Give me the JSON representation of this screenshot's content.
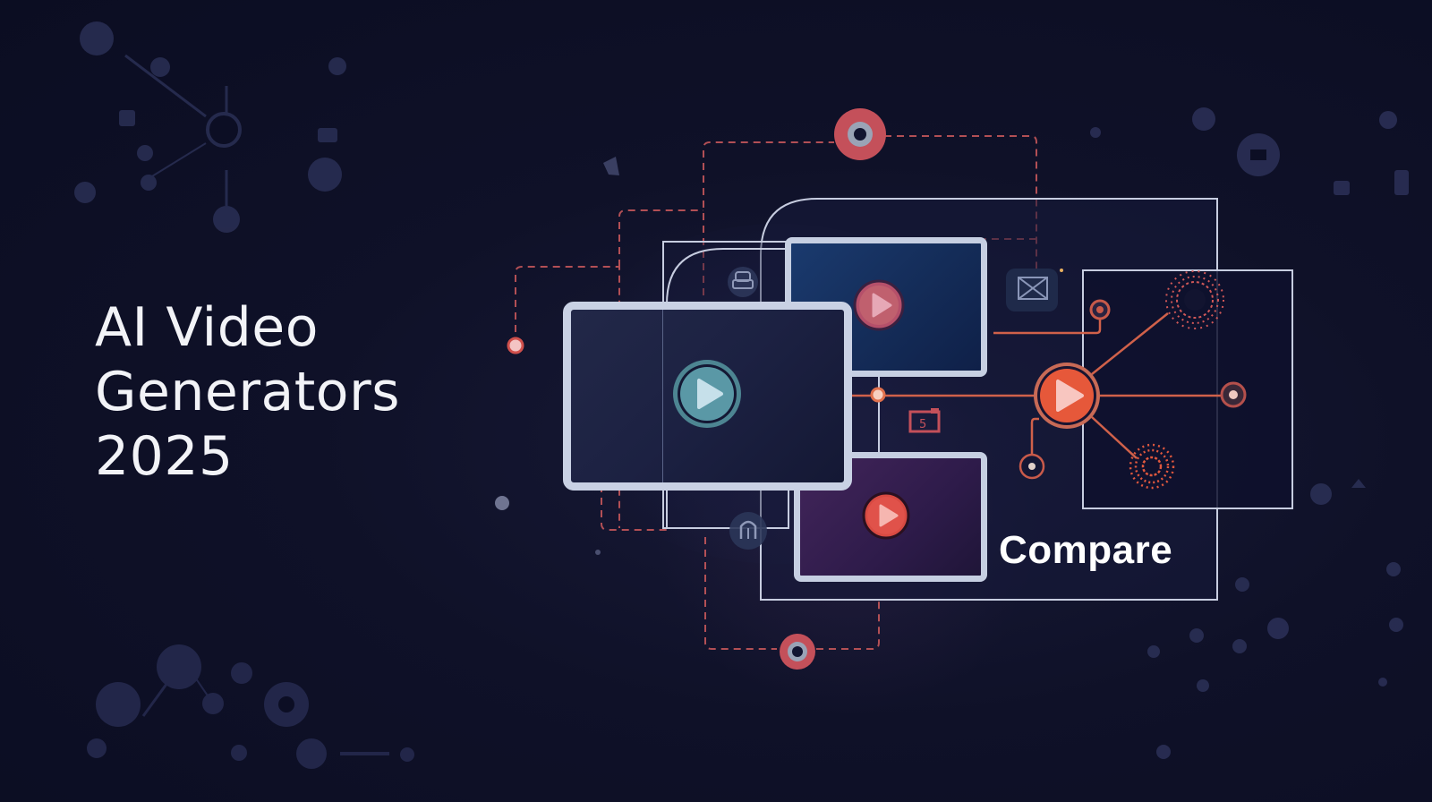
{
  "title": {
    "lines": [
      "AI Video",
      "Generators",
      "2025"
    ]
  },
  "badge": {
    "label": "Compare"
  },
  "colors": {
    "background": "#0c0e24",
    "accent_red": "#e8583f",
    "accent_coral": "#c8564f",
    "teal_play": "#5a9aa8",
    "frame_light": "#c7cfe0",
    "panel_blue": "#16305e",
    "panel_purple": "#3a2350"
  },
  "icons": {
    "play_main": "play-icon",
    "play_top": "play-icon",
    "play_bottom": "play-icon",
    "play_hub": "play-icon",
    "camera_top": "camera-lens-icon",
    "camera_bottom": "camera-lens-icon",
    "printer": "printer-icon",
    "broken_image": "image-icon",
    "folder": "folder-icon",
    "robot": "robot-icon",
    "burst_top": "burst-icon",
    "burst_bottom": "burst-icon"
  }
}
